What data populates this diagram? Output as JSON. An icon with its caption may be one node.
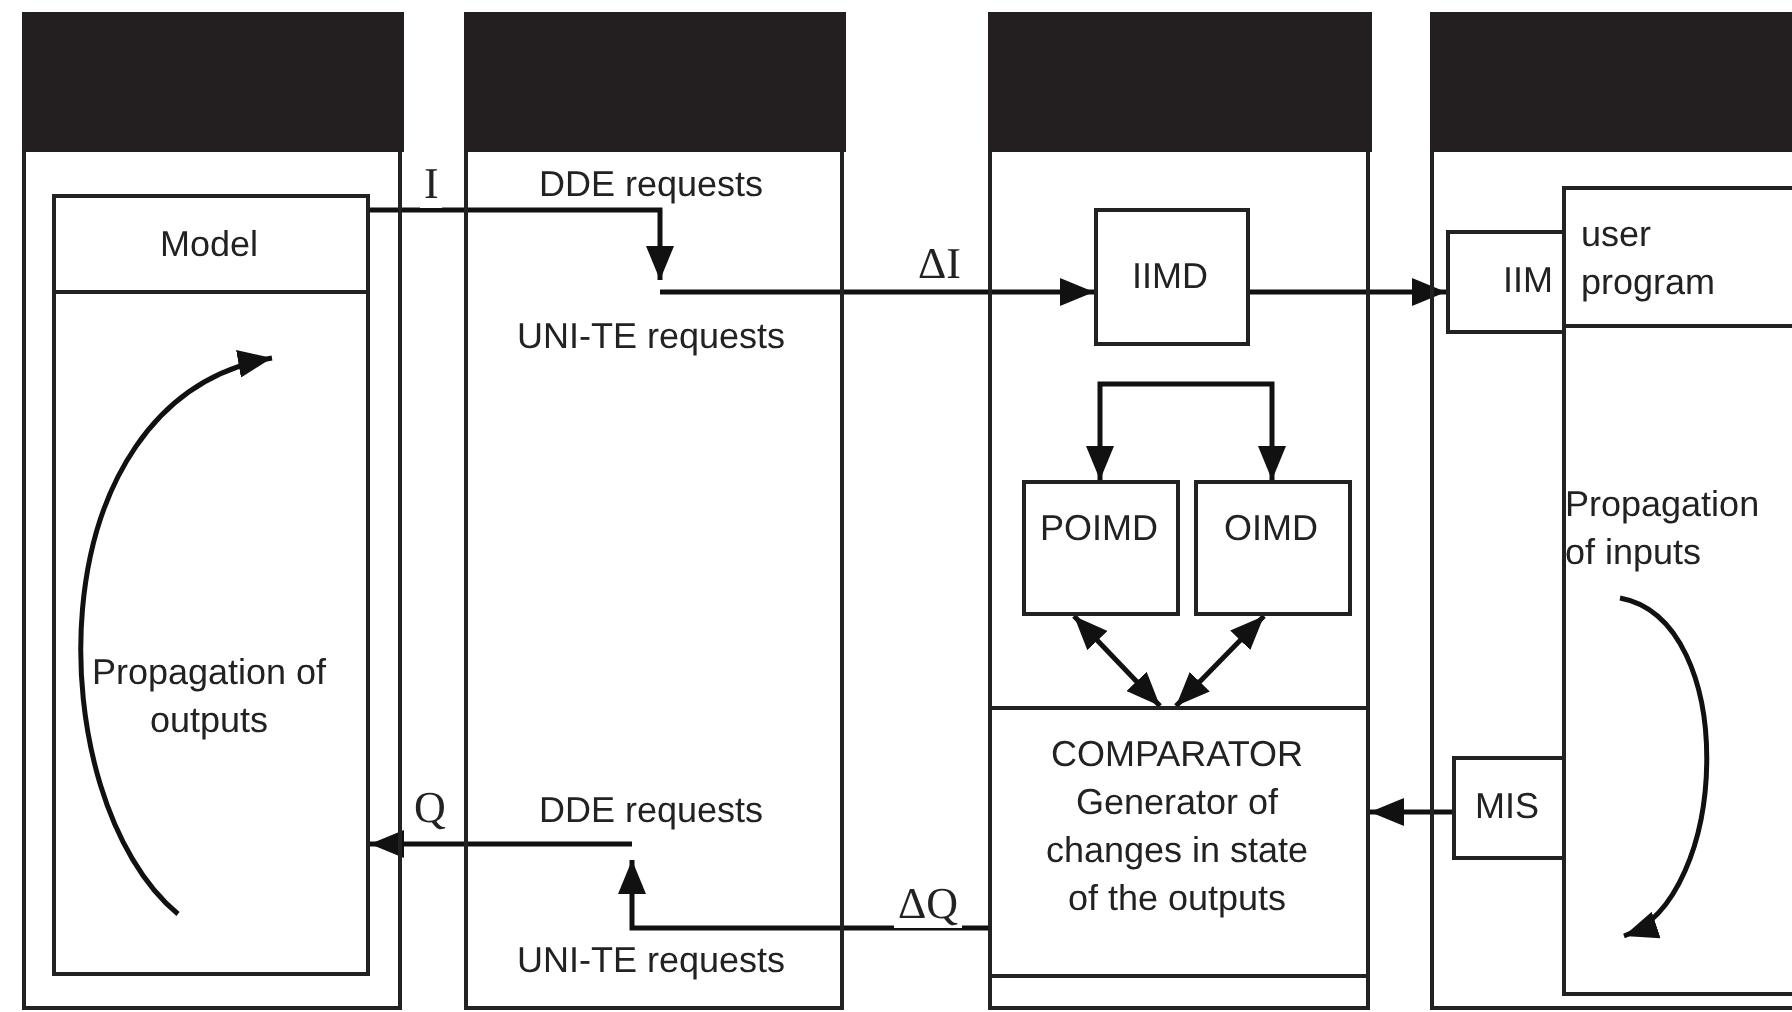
{
  "diagram": {
    "nodes": [
      {
        "text": [],
        "shape": "box"
      },
      {
        "text": [
          "Model",
          "Propagation of outputs"
        ],
        "in": 0
      },
      {
        "text": [],
        "shape": "box"
      },
      {
        "text": [
          "DDE requests"
        ],
        "in": 2
      },
      {
        "text": [
          "UNI-TE requests"
        ],
        "in": 2
      },
      {
        "text": [
          "DDE requests"
        ],
        "in": 2
      },
      {
        "text": [
          "UNI-TE requests"
        ],
        "in": 2
      },
      {
        "text": [],
        "shape": "box"
      },
      {
        "text": [
          "IIMD"
        ],
        "in": 7
      },
      {
        "text": [
          "POIMD"
        ],
        "in": 7
      },
      {
        "text": [
          "OIMD"
        ],
        "in": 7
      },
      {
        "text": [
          "COMPARATOR",
          "Generator of changes in state of the outputs"
        ],
        "in": 7
      },
      {
        "text": [],
        "shape": "box"
      },
      {
        "text": [
          "IIM"
        ],
        "in": 12
      },
      {
        "text": [
          "user program",
          "Propagation of inputs"
        ],
        "in": 12
      },
      {
        "text": [
          "MIS"
        ],
        "in": 12
      }
    ],
    "edges": [
      {
        "from": 1,
        "to": 4,
        "arrow": "to",
        "label": "I"
      },
      {
        "from": 4,
        "to": 8,
        "arrow": "to",
        "label": "ΔI"
      },
      {
        "from": 8,
        "to": 13,
        "arrow": "to"
      },
      {
        "from": 9,
        "to": 10,
        "arrow": "both"
      },
      {
        "from": 9,
        "to": 11,
        "arrow": "both"
      },
      {
        "from": 10,
        "to": 11,
        "arrow": "both"
      },
      {
        "from": 15,
        "to": 11,
        "arrow": "to"
      },
      {
        "from": 11,
        "to": 5,
        "arrow": "to",
        "label": "ΔQ"
      },
      {
        "from": 5,
        "to": 1,
        "arrow": "to",
        "label": "Q"
      }
    ]
  }
}
